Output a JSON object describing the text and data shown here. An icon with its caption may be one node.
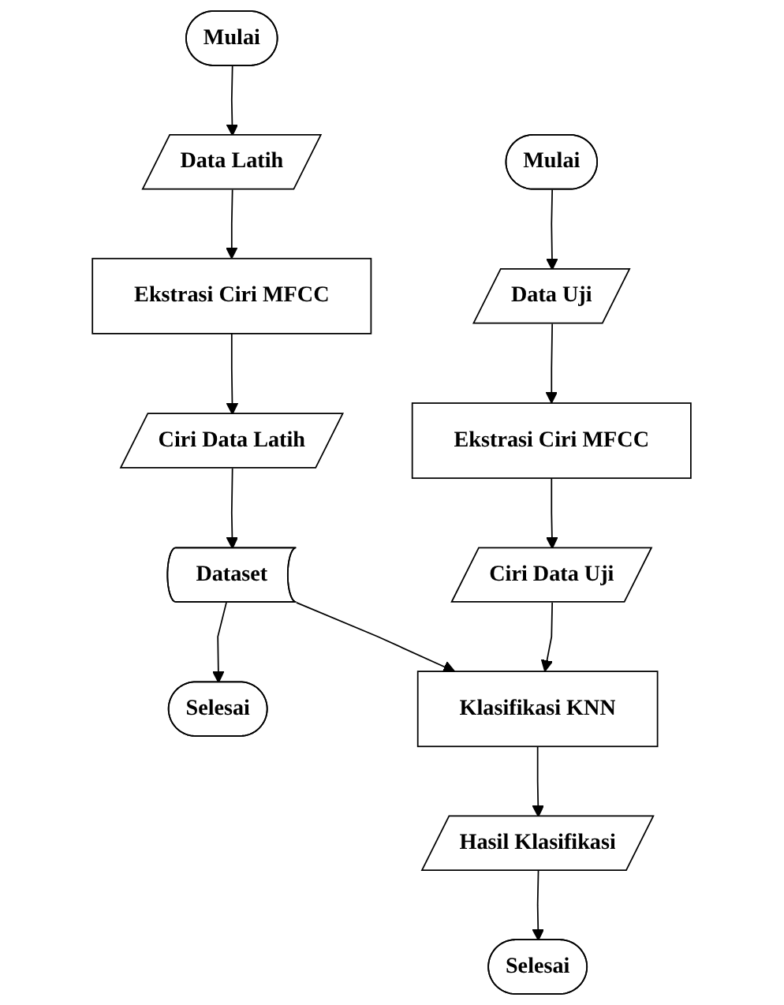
{
  "diagram": {
    "nodes": [
      {
        "text": [
          "Mulai"
        ]
      },
      {
        "text": [
          "Data Latih"
        ]
      },
      {
        "text": [
          "Ekstrasi Ciri MFCC"
        ]
      },
      {
        "text": [
          "Ciri Data Latih"
        ]
      },
      {
        "text": [
          "Dataset"
        ]
      },
      {
        "text": [
          "Selesai"
        ]
      },
      {
        "text": [
          "Mulai"
        ]
      },
      {
        "text": [
          "Data Uji"
        ]
      },
      {
        "text": [
          "Ekstrasi Ciri MFCC"
        ]
      },
      {
        "text": [
          "Ciri Data Uji"
        ]
      },
      {
        "text": [
          "Klasifikasi KNN"
        ]
      },
      {
        "text": [
          "Hasil Klasifikasi"
        ]
      },
      {
        "text": [
          "Selesai"
        ]
      }
    ],
    "edges": [
      {
        "from": 0,
        "to": 1,
        "arrow": "to"
      },
      {
        "from": 1,
        "to": 2,
        "arrow": "to"
      },
      {
        "from": 2,
        "to": 3,
        "arrow": "to"
      },
      {
        "from": 3,
        "to": 4,
        "arrow": "to"
      },
      {
        "from": 4,
        "to": 5,
        "arrow": "to"
      },
      {
        "from": 6,
        "to": 7,
        "arrow": "to"
      },
      {
        "from": 7,
        "to": 8,
        "arrow": "to"
      },
      {
        "from": 8,
        "to": 9,
        "arrow": "to"
      },
      {
        "from": 9,
        "to": 10,
        "arrow": "to"
      },
      {
        "from": 10,
        "to": 11,
        "arrow": "to"
      },
      {
        "from": 11,
        "to": 12,
        "arrow": "to"
      },
      {
        "from": 4,
        "to": 10,
        "arrow": "to"
      }
    ]
  }
}
